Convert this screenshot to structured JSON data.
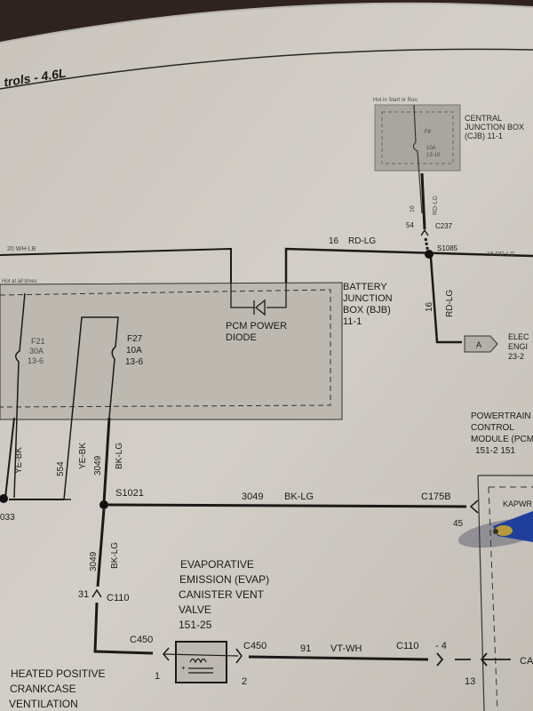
{
  "header": {
    "title": "trols - 4.6L"
  },
  "ignition_box": {
    "caption": "Hot in Start or Run",
    "name": "CENTRAL JUNCTION BOX (CJB) 11-1",
    "fuse": "F8",
    "fuse_rating": "10A",
    "fuse_ref": "13-10"
  },
  "wires": {
    "top_left": "20  WH-LB",
    "top_right_gauge": "16",
    "top_right_color": "RD-LG",
    "top_far_right": "16  RD-LG",
    "cjb_down_gauge": "16",
    "cjb_down_color": "RD-LG",
    "splice_down_gauge": "16",
    "splice_down_color": "RD-LG",
    "f21_color": "YE-BK",
    "w554": "554",
    "ye_bk": "YE-BK",
    "c3049": "3049",
    "bk_lg": "BK-LG",
    "main_circuit": "3049",
    "main_color": "BK-LG",
    "down_circuit": "3049",
    "down_color": "BK-LG",
    "evap_circuit": "91",
    "evap_color": "VT-WH"
  },
  "connectors": {
    "c237": "C237",
    "c237_pin": "54",
    "s1085": "S1085",
    "s1021": "S1021",
    "s1033": "033",
    "c175b": "C175B",
    "c175b_pin": "45",
    "c110_top": "C110",
    "c110_top_pin": "31",
    "c450_left": "C450",
    "c450_left_pin": "1",
    "c450_right": "C450",
    "c450_right_pin": "2",
    "c110_right": "C110",
    "c110_right_pin": "- 4",
    "pcm_pin": "13",
    "pcm_conn": "CA"
  },
  "bjb": {
    "caption": "Hot at all times",
    "name_lines": [
      "BATTERY",
      "JUNCTION",
      "BOX (BJB)",
      "11-1"
    ],
    "diode_lines": [
      "PCM POWER",
      "DIODE"
    ],
    "f21": [
      "F21",
      "30A",
      "13-6"
    ],
    "f27": [
      "F27",
      "10A",
      "13-6"
    ]
  },
  "elec_ref": {
    "letter": "A",
    "lines": [
      "ELEC",
      "ENGI",
      "23-2"
    ]
  },
  "pcm": {
    "lines": [
      "POWERTRAIN",
      "CONTROL",
      "MODULE (PCM)",
      "151-2   151"
    ],
    "pin_label": "KAPWR"
  },
  "evap": {
    "lines": [
      "EVAPORATIVE",
      "EMISSION (EVAP)",
      "CANISTER VENT",
      "VALVE",
      "151-25"
    ]
  },
  "hpcv": {
    "lines": [
      "HEATED POSITIVE",
      "CRANKCASE",
      "VENTILATION"
    ]
  }
}
